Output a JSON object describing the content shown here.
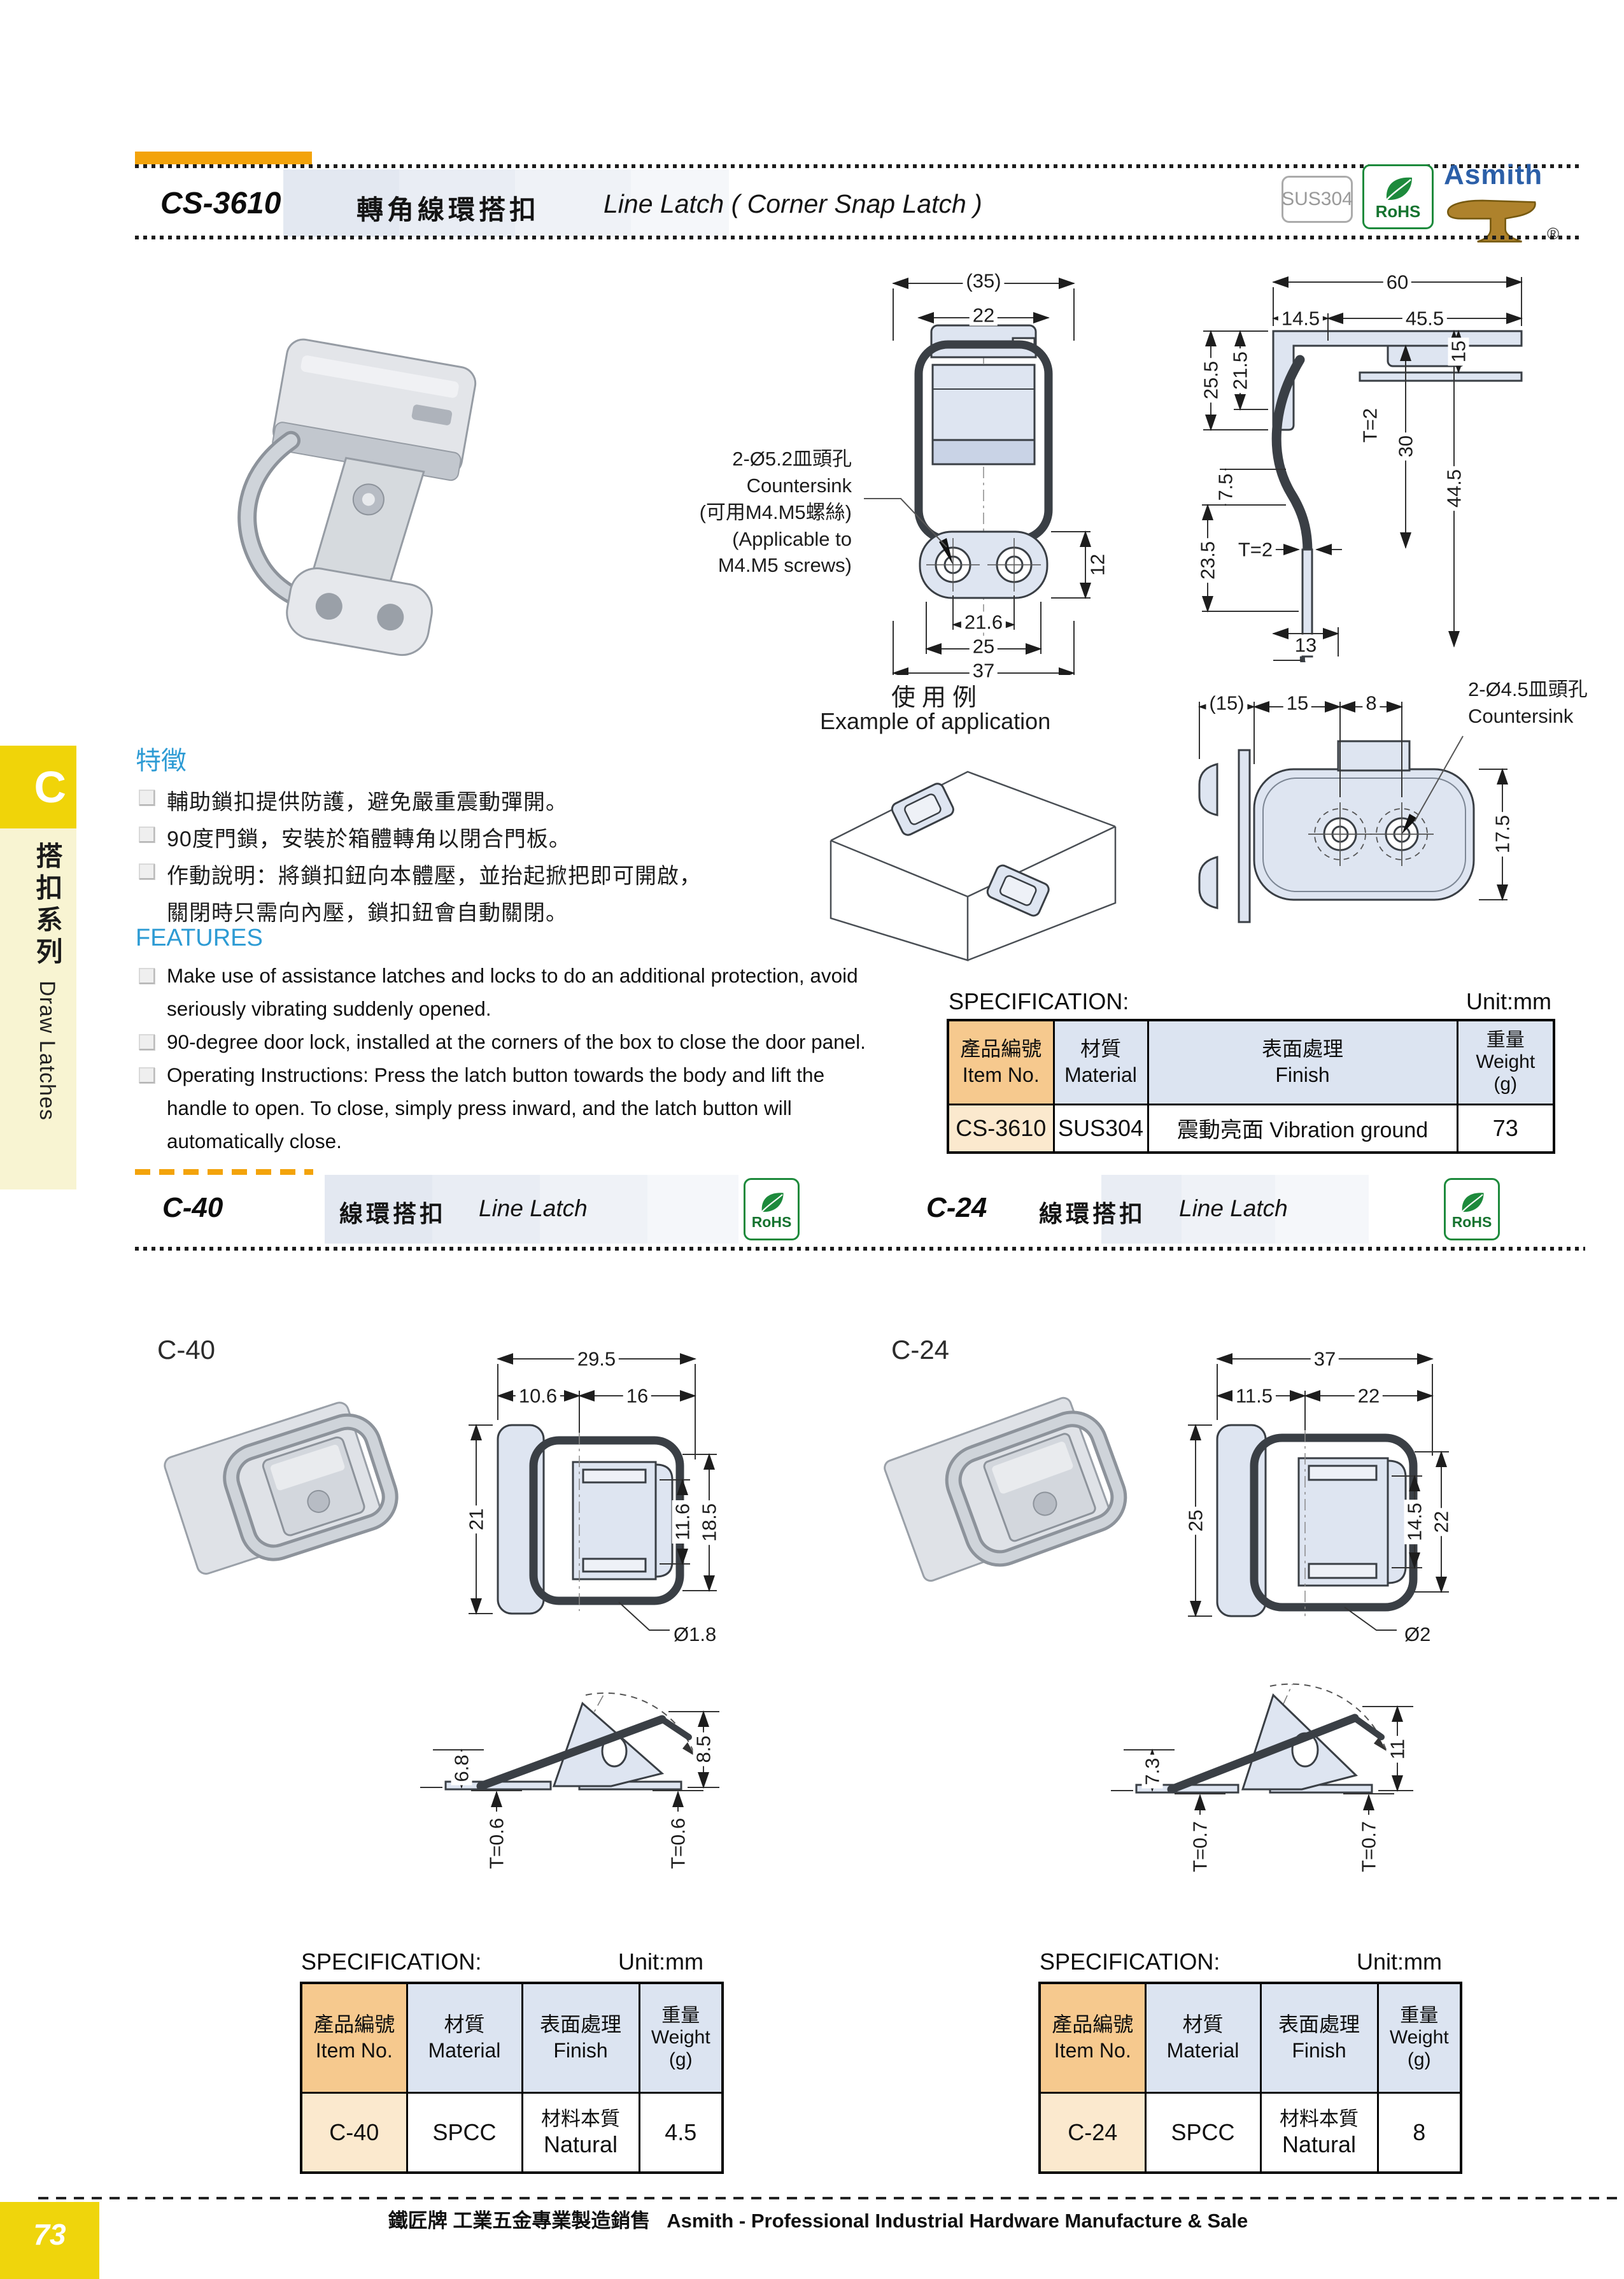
{
  "sidebar": {
    "tab": "C",
    "series_cn": "搭扣系列",
    "series_en": "Draw Latches"
  },
  "header": {
    "item_no": "CS-3610",
    "title_cn": "轉角線環搭扣",
    "title_en": "Line Latch ( Corner Snap Latch )",
    "badge_material": "SUS304",
    "badge_rohs": "RoHS",
    "brand": "Asmith",
    "registered": "®"
  },
  "features_cn": {
    "heading": "特徵",
    "line1": "輔助鎖扣提供防護，避免嚴重震動彈開。",
    "line2": "90度門鎖，安裝於箱體轉角以閉合門板。",
    "line3": "作動說明：將鎖扣鈕向本體壓，並抬起掀把即可開啟，",
    "line4": "關閉時只需向內壓，鎖扣鈕會自動關閉。"
  },
  "features_en": {
    "heading": "FEATURES",
    "line1": "Make use of assistance latches and locks to do an additional protection, avoid",
    "line2": "seriously vibrating suddenly opened.",
    "line3": "90-degree door lock, installed at the corners of the box to close the door panel.",
    "line4": "Operating Instructions: Press the latch button towards the body and lift the",
    "line5": "handle to open. To close, simply press inward, and the latch button will",
    "line6": "automatically close."
  },
  "cs3610": {
    "front": {
      "dim_ref_width": "(35)",
      "dim_width": "22",
      "dim_plate_h": "12",
      "dim_holes_cc": "21.6",
      "dim_plate_w": "25",
      "dim_total_w": "37",
      "note1": "2-Ø5.2皿頭孔",
      "note2": "Countersink",
      "note3": "(可用M4.M5螺絲)",
      "note4": "(Applicable to",
      "note5": "M4.M5 screws)"
    },
    "side": {
      "dim_total": "60",
      "dim_seg1": "14.5",
      "dim_seg2": "45.5",
      "dim_h_outer": "25.5",
      "dim_h_inner": "21.5",
      "dim_gap": "7.5",
      "dim_lower": "23.5",
      "dim_r_top": "15",
      "dim_thickness": "T=2",
      "dim_r_mid": "30",
      "dim_r_full": "44.5",
      "dim_foot_t": "T=2",
      "dim_foot_w": "13"
    },
    "example_cn": "使用例",
    "example_en": "Example of application",
    "rear": {
      "dim_a": "(15)",
      "dim_b": "15",
      "dim_c": "8",
      "dim_h": "17.5",
      "note1": "2-Ø4.5皿頭孔",
      "note2": "Countersink"
    },
    "spec": {
      "title": "SPECIFICATION:",
      "unit": "Unit:mm",
      "row": {
        "item": "CS-3610",
        "material": "SUS304",
        "finish": "震動亮面 Vibration ground",
        "weight": "73"
      }
    }
  },
  "spec_headers": {
    "item_cn": "產品編號",
    "item_en": "Item No.",
    "material_cn": "材質",
    "material_en": "Material",
    "finish_cn": "表面處理",
    "finish_en": "Finish",
    "weight_cn": "重量",
    "weight_en": "Weight",
    "weight_sub": "(g)"
  },
  "c40": {
    "code": "C-40",
    "title_cn": "線環搭扣",
    "title_en": "Line Latch",
    "rohs": "RoHS",
    "front": {
      "dim_total": "29.5",
      "dim_seg1": "10.6",
      "dim_seg2": "16",
      "dim_h": "21",
      "dim_inner_h": "11.6",
      "dim_outer_h": "18.5",
      "dim_wire": "Ø1.8"
    },
    "side": {
      "dim_h1": "6.8",
      "dim_h2": "8.5",
      "dim_t1": "T=0.6",
      "dim_t2": "T=0.6"
    },
    "spec": {
      "title": "SPECIFICATION:",
      "unit": "Unit:mm",
      "row": {
        "item": "C-40",
        "material": "SPCC",
        "finish_cn": "材料本質",
        "finish_en": "Natural",
        "weight": "4.5"
      }
    }
  },
  "c24": {
    "code": "C-24",
    "title_cn": "線環搭扣",
    "title_en": "Line Latch",
    "rohs": "RoHS",
    "front": {
      "dim_total": "37",
      "dim_seg1": "11.5",
      "dim_seg2": "22",
      "dim_h": "25",
      "dim_inner_h": "14.5",
      "dim_outer_h": "22",
      "dim_wire": "Ø2"
    },
    "side": {
      "dim_h1": "7.3",
      "dim_h2": "11",
      "dim_t1": "T=0.7",
      "dim_t2": "T=0.7"
    },
    "spec": {
      "title": "SPECIFICATION:",
      "unit": "Unit:mm",
      "row": {
        "item": "C-24",
        "material": "SPCC",
        "finish_cn": "材料本質",
        "finish_en": "Natural",
        "weight": "8"
      }
    }
  },
  "footer": {
    "page_number": "73",
    "company_cn": "鐵匠牌 工業五金專業製造銷售",
    "company_en": "Asmith - Professional Industrial Hardware Manufacture & Sale"
  }
}
